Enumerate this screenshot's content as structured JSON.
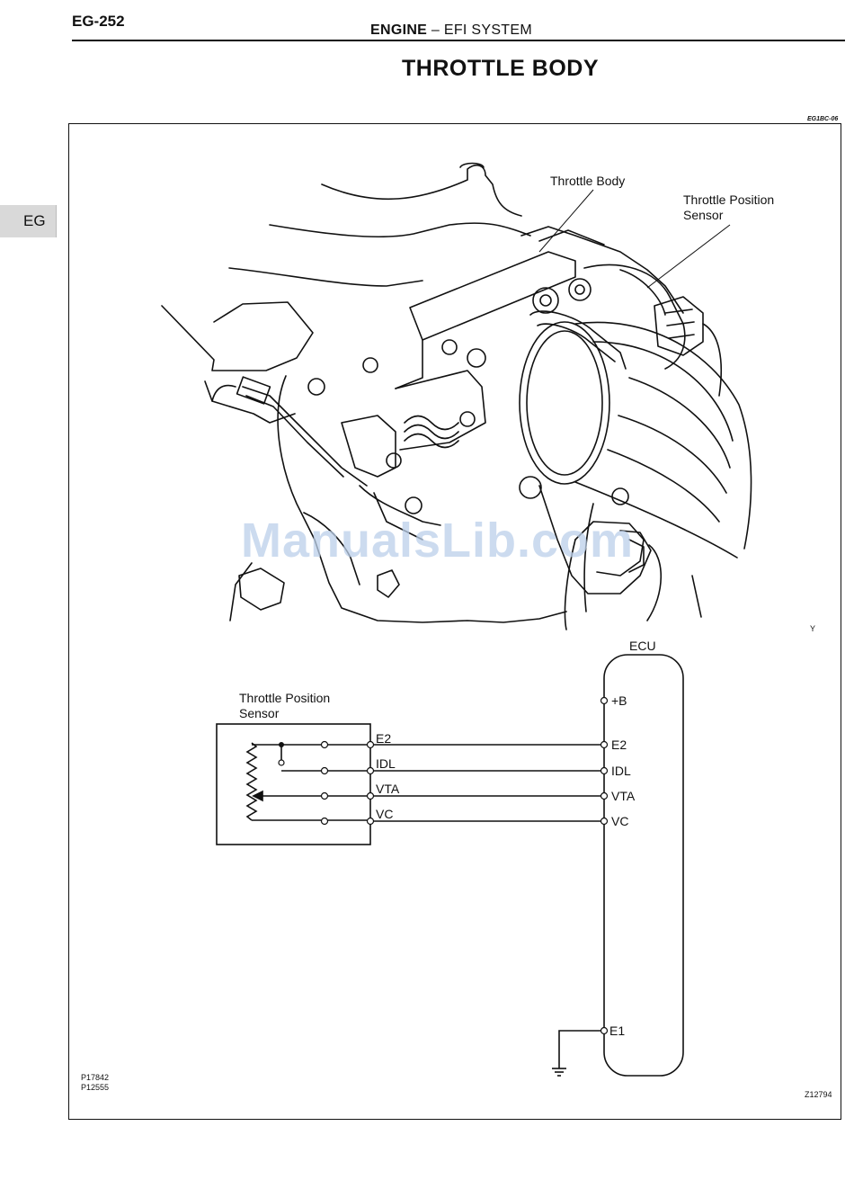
{
  "header": {
    "page_number": "EG-252",
    "section_main": "ENGINE",
    "section_dash": "–",
    "section_sub": "EFI SYSTEM",
    "title": "THROTTLE BODY",
    "side_tab": "EG"
  },
  "figure": {
    "corner_code": "EG1BC-06",
    "callouts": {
      "throttle_body": "Throttle Body",
      "tps_line1": "Throttle Position",
      "tps_line2": "Sensor"
    },
    "watermark": "ManualsLib.com",
    "small_mark": "Y"
  },
  "circuit": {
    "ecu_label": "ECU",
    "sensor_label_line1": "Throttle Position",
    "sensor_label_line2": "Sensor",
    "sensor_terminals": [
      "E2",
      "IDL",
      "VTA",
      "VC"
    ],
    "ecu_terminals": [
      "+B",
      "E2",
      "IDL",
      "VTA",
      "VC",
      "E1"
    ]
  },
  "footer": {
    "code_1": "P17842",
    "code_2": "P12555",
    "figure_id": "Z12794"
  }
}
